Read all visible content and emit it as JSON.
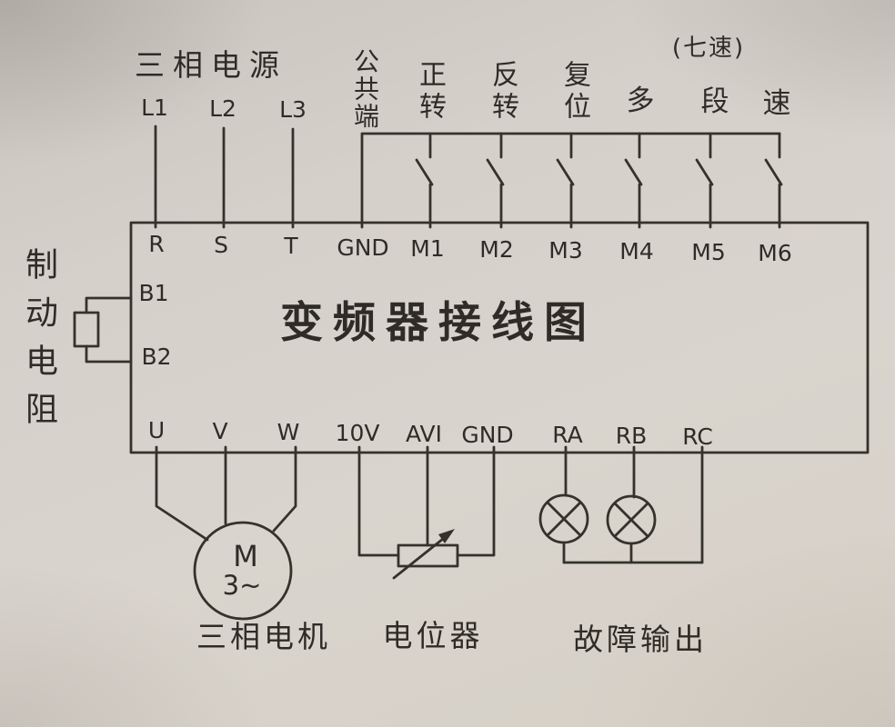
{
  "title": "变频器接线图",
  "power_supply": {
    "label": "三相电源",
    "lines": [
      "L1",
      "L2",
      "L3"
    ]
  },
  "control_inputs": {
    "common_label": "公共端",
    "forward_label": "正转",
    "reverse_label": "反转",
    "reset_label": "复位",
    "multi_label": "多",
    "step_label": "段",
    "speed_label": "速",
    "seven_speed_note": "(七速)"
  },
  "inverter_terminals": {
    "top": [
      "R",
      "S",
      "T",
      "GND",
      "M1",
      "M2",
      "M3",
      "M4",
      "M5",
      "M6"
    ],
    "left": [
      "B1",
      "B2"
    ],
    "bottom": [
      "U",
      "V",
      "W",
      "10V",
      "AVI",
      "GND",
      "RA",
      "RB",
      "RC"
    ]
  },
  "brake_resistor": {
    "label": "制动电阻"
  },
  "motor": {
    "letter": "M",
    "phase": "3~",
    "label": "三相电机"
  },
  "potentiometer": {
    "label": "电位器"
  },
  "fault_output": {
    "label": "故障输出"
  },
  "colors": {
    "ink": "#35322c",
    "paper": "#d6d0c8"
  }
}
